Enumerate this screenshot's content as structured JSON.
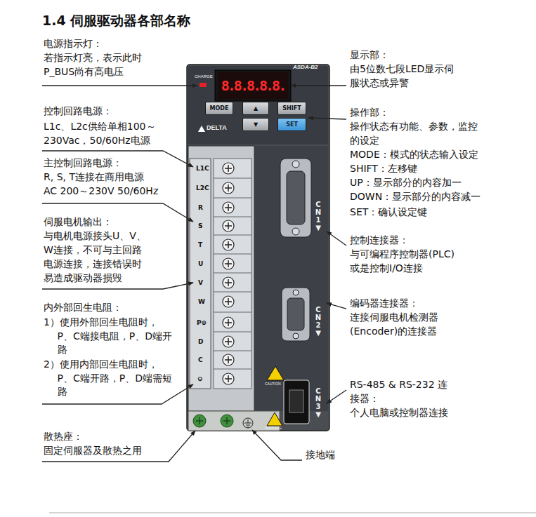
{
  "diagram": {
    "title": "1.4 伺服驱动器各部名称",
    "nodes": [
      {
        "text": [
          "8.8.8.8.8."
        ]
      },
      {
        "text": [
          "MODE"
        ]
      },
      {
        "text": [
          "▲"
        ]
      },
      {
        "text": [
          "SHIFT"
        ]
      },
      {
        "text": [
          "▼"
        ]
      },
      {
        "text": [
          "SET"
        ]
      }
    ],
    "labels": [
      "电源指示灯：",
      "若指示灯亮，表示此时P_BUS尚有高电压",
      "控制回路电源：",
      "L1c、L2c供给单相100～230Vac，50/60Hz电源",
      "主控制回路电源：",
      "R, S, T连接在商用电源 AC 200～230V 50/60Hz",
      "伺服电机输出：",
      "与电机电源接头U、V、W连接，不可与主回路电源连接，连接错误时易造成驱动器损毁",
      "内外部回生电阻：",
      "1）使用外部回生电阻时，P、C端接电阻，P、D端开路",
      "2）使用内部回生电阻时，P、C端开路，P、D端需短路",
      "散热座：",
      "固定伺服器及散热之用",
      "显示部：",
      "由5位数七段LED显示伺服状态或异警",
      "操作部：",
      "操作状态有功能、参数，监控的设定",
      "MODE：模式的状态输入设定",
      "SHIFT：左移键",
      "UP：显示部分的内容加一",
      "DOWN：显示部分的内容减一",
      "SET：确认设定键",
      "控制连接器：",
      "与可编程序控制器(PLC)或是控制I/O连接",
      "编码器连接器：",
      "连接伺服电机检测器(Encoder)的连接器",
      "RS-485 & RS-232 连接器：",
      "个人电脑或控制器连接",
      "接地端",
      "CHARGE",
      "ASDA-B2",
      "DELTA",
      "L1C",
      "L2C",
      "R",
      "S",
      "T",
      "U",
      "V",
      "W",
      "P⊕",
      "D",
      "C",
      "⊖",
      "CN1▼",
      "CN2▼",
      "CN3▼",
      "CAUTION",
      "WARNING"
    ]
  }
}
